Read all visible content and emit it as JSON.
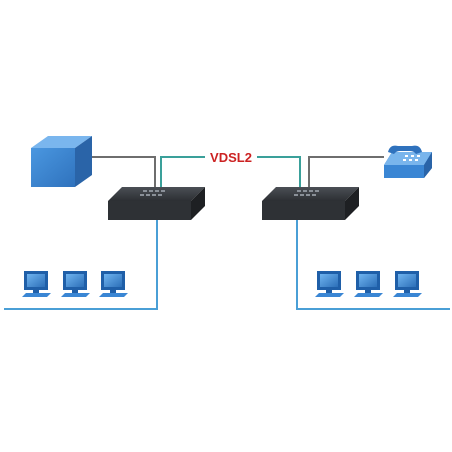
{
  "diagram": {
    "link_label": "VDSL2",
    "colors": {
      "background": "#ffffff",
      "lan_line": "#4a9fd6",
      "vdsl_line": "#3aa09a",
      "phone_line": "#6e6e6e",
      "label": "#cc2222",
      "device_blue": "#3a86d4",
      "switch_body": "#2e3135"
    },
    "nodes": [
      {
        "name": "telephone-exchange-box",
        "icon": "box-icon"
      },
      {
        "name": "vdsl-switch-left",
        "icon": "switch-icon"
      },
      {
        "name": "vdsl-switch-right",
        "icon": "switch-icon"
      },
      {
        "name": "telephone",
        "icon": "telephone-icon"
      },
      {
        "name": "computer-left-1",
        "icon": "computer-icon"
      },
      {
        "name": "computer-left-2",
        "icon": "computer-icon"
      },
      {
        "name": "computer-left-3",
        "icon": "computer-icon"
      },
      {
        "name": "computer-right-1",
        "icon": "computer-icon"
      },
      {
        "name": "computer-right-2",
        "icon": "computer-icon"
      },
      {
        "name": "computer-right-3",
        "icon": "computer-icon"
      }
    ]
  }
}
